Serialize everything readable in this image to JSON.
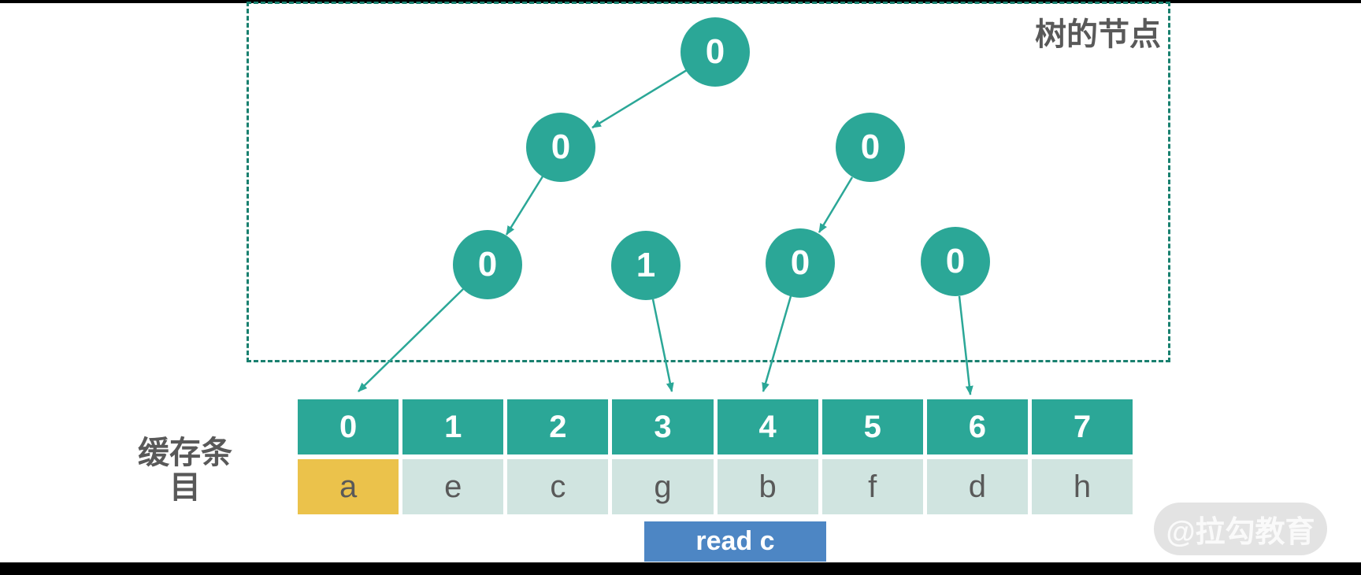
{
  "tree": {
    "box_label": "树的节点",
    "nodes": [
      {
        "id": "root",
        "value": "0"
      },
      {
        "id": "left",
        "value": "0"
      },
      {
        "id": "right",
        "value": "0"
      },
      {
        "id": "leaf-ll",
        "value": "0"
      },
      {
        "id": "leaf-lr",
        "value": "1"
      },
      {
        "id": "leaf-rl",
        "value": "0"
      },
      {
        "id": "leaf-rr",
        "value": "0"
      }
    ]
  },
  "cache": {
    "label": "缓存条目",
    "indices": [
      "0",
      "1",
      "2",
      "3",
      "4",
      "5",
      "6",
      "7"
    ],
    "entries": [
      "a",
      "e",
      "c",
      "g",
      "b",
      "f",
      "d",
      "h"
    ],
    "highlighted_index": 0,
    "highlighted_entry": "a"
  },
  "action": {
    "label": "read c"
  },
  "watermark": {
    "text": "@拉勾教育"
  },
  "colors": {
    "node_teal": "#2BA797",
    "dashed_border_teal": "#19806F",
    "entry_cell_light": "#D0E4E0",
    "highlight_amber": "#EBC24B",
    "label_gray": "#595959",
    "read_button_blue": "#4D86C4",
    "watermark_gray": "#E3E3E3",
    "frame_black": "#000000"
  }
}
